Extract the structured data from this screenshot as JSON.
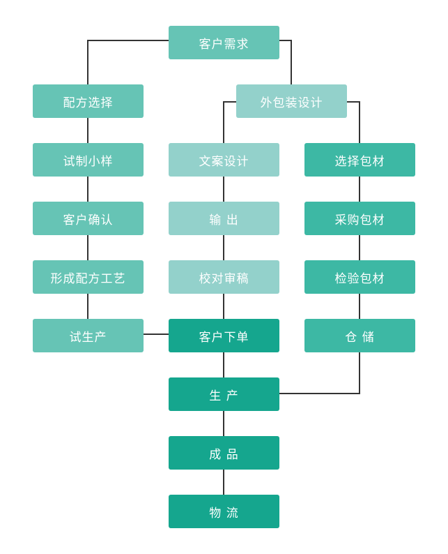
{
  "flowchart": {
    "nodes": {
      "customer_demand": "客户需求",
      "formula_selection": "配方选择",
      "packaging_design": "外包装设计",
      "trial_sample": "试制小样",
      "copy_design": "文案设计",
      "select_packaging": "选择包材",
      "customer_confirm": "客户确认",
      "output": "输 出",
      "purchase_packaging": "采购包材",
      "process_formation": "形成配方工艺",
      "proof_review": "校对审稿",
      "inspect_packaging": "检验包材",
      "trial_production": "试生产",
      "customer_order": "客户下单",
      "storage": "仓 储",
      "production": "生 产",
      "finished_product": "成 品",
      "logistics": "物 流"
    },
    "colors": {
      "light": "#93d1cb",
      "mid": "#66c4b5",
      "strong": "#3db8a4",
      "deep": "#15a68e",
      "connector": "#333333"
    }
  }
}
